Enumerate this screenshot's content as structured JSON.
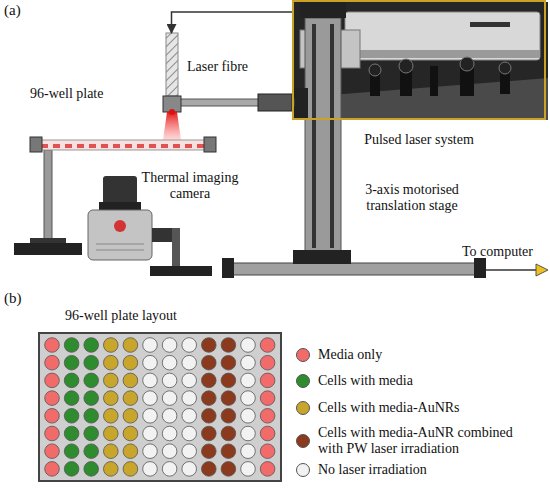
{
  "diagram": {
    "nodes": [
      {
        "text": [
          "Laser fibre"
        ]
      },
      {
        "text": [
          "Pulsed laser system"
        ]
      },
      {
        "text": [
          "96-well plate layout"
        ]
      }
    ],
    "edges": [
      {
        "from": 1,
        "to": 0,
        "arrow": "to"
      }
    ],
    "labels": [
      "(a)",
      "96-well plate",
      "Thermal imaging camera",
      "3-axis motorised translation stage",
      "To computer",
      "(b)"
    ],
    "legend": [
      {
        "text": "Media only",
        "color": "#f26b6b"
      },
      {
        "text": "Cells with media",
        "color": "#2e8b2e"
      },
      {
        "text": "Cells with media-AuNRs",
        "color": "#c8a62c"
      },
      {
        "text": "Cells with media-AuNR combined with PW laser irradiation",
        "color": "#8b3a1e"
      },
      {
        "text": "No laser irradiation",
        "color": "#f2f2f2"
      }
    ]
  }
}
